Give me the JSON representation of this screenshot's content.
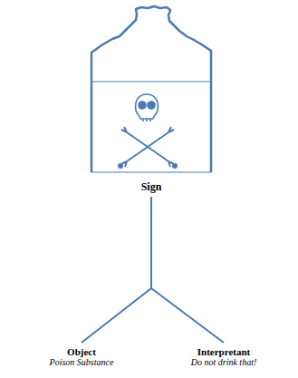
{
  "diagram": {
    "nodes": [
      {
        "text": [
          "Sign"
        ]
      },
      {
        "text": [
          "Object",
          "Poison Substance"
        ]
      },
      {
        "text": [
          "Interpretant",
          "Do not drink that!"
        ]
      }
    ],
    "edges": [
      {
        "from": 0,
        "to": 1,
        "arrow": "none"
      },
      {
        "from": 0,
        "to": 2,
        "arrow": "none"
      }
    ]
  }
}
